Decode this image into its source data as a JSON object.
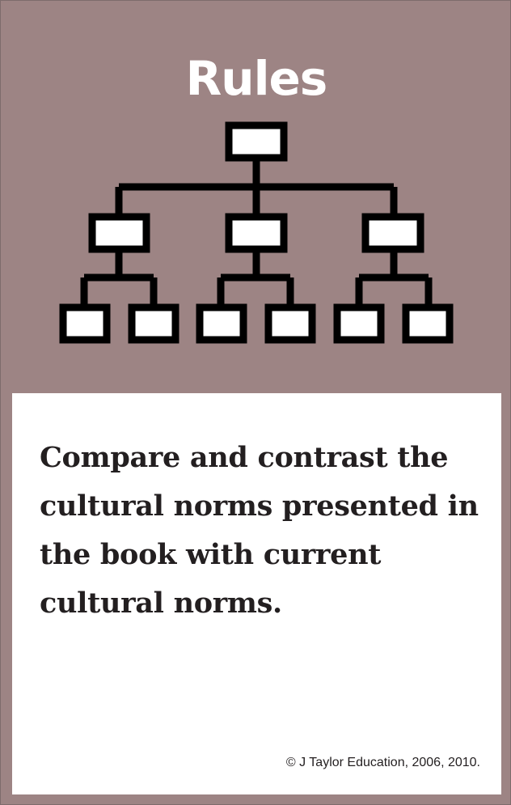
{
  "card": {
    "title": "Rules",
    "prompt": "Compare and contrast the cultural norms presented in the book with current cultural norms.",
    "copyright": "© J Taylor Education, 2006, 2010."
  },
  "colors": {
    "panel_background": "#9d8484",
    "text_panel_background": "#ffffff",
    "diagram_stroke": "#000000",
    "diagram_box_fill": "#ffffff",
    "title_color": "#ffffff",
    "text_color": "#231f20"
  },
  "icons": {
    "diagram": "hierarchy-tree-icon"
  }
}
